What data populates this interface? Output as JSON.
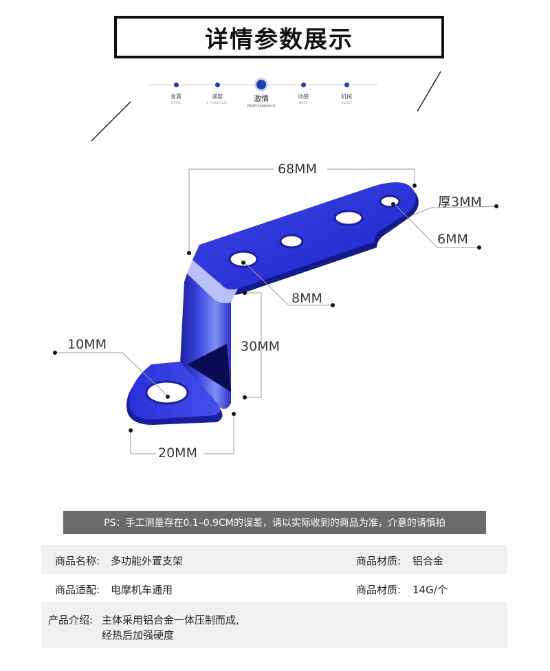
{
  "header": {
    "title": "详情参数展示"
  },
  "timeline": {
    "steps": [
      {
        "label": "金属",
        "sub": "METAL"
      },
      {
        "label": "速度",
        "sub": "A TOUGH GUY"
      },
      {
        "label": "激情",
        "sub": "PERFORMANCE"
      },
      {
        "label": "动感",
        "sub": "MOVE"
      },
      {
        "label": "机械",
        "sub": "BLACK"
      }
    ]
  },
  "dimensions": {
    "length": "68MM",
    "thickness": "厚3MM",
    "hole_small": "6MM",
    "hole_medium": "8MM",
    "height": "30MM",
    "hole_large": "10MM",
    "width": "20MM"
  },
  "colors": {
    "bracket": "#2a2fd8",
    "bracket_dark": "#1a1fa0",
    "bracket_light": "#6a78f0",
    "accent": "#1e3fae"
  },
  "note": "PS：手工测量存在0.1–0.9CM的误差，请以实际收到的商品为准，介意的请慎拍",
  "specs": {
    "name_label": "商品名称:",
    "name_value": "多功能外置支架",
    "material_label": "商品材质:",
    "material_value": "铝合金",
    "fit_label": "商品适配:",
    "fit_value": "电摩机车通用",
    "weight_label": "商品材质:",
    "weight_value": "14G/个",
    "intro_label": "产品介绍:",
    "intro_line1": "主体采用铝合金一体压制而成,",
    "intro_line2": "经热后加强硬度"
  }
}
